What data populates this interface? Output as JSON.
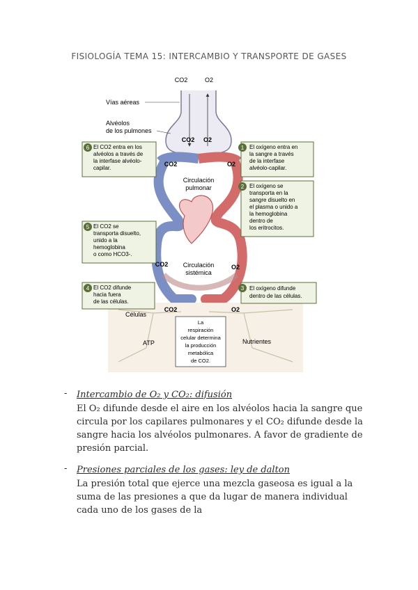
{
  "header": {
    "title": "FISIOLOGÍA TEMA 15: INTERCAMBIO Y TRANSPORTE DE GASES"
  },
  "figure": {
    "top_co2": "CO2",
    "top_o2": "O2",
    "label_vias": "Vías aéreas",
    "label_alveolos_1": "Alvéolos",
    "label_alveolos_2": "de los pulmones",
    "alv_co2": "CO2",
    "alv_o2": "O2",
    "cap_co2_top": "CO2",
    "cap_o2_top": "O2",
    "circ_pulmonar_1": "Circulación",
    "circ_pulmonar_2": "pulmonar",
    "circ_sistemica_1": "Circulación",
    "circ_sistemica_2": "sistémica",
    "cap_co2_bottom": "CO2",
    "cap_o2_bottom": "O2",
    "tissue_co2": "CO2",
    "tissue_o2": "O2",
    "label_celulas": "Células",
    "label_atp": "ATP",
    "label_nutrientes": "Nutrientes",
    "center_box": [
      "La",
      "respiración",
      "celular determina",
      "la producción",
      "metabólica",
      "de CO2."
    ],
    "steps": [
      {
        "num": "1",
        "lines": [
          "El oxígeno entra en",
          "la sangre a través",
          "de la interfase",
          "alvéolo-capilar."
        ]
      },
      {
        "num": "2",
        "lines": [
          "El oxígeno se",
          "transporta en la",
          "sangre disuelto en",
          "el plasma o unido a",
          "la hemoglobina",
          "dentro de",
          "los eritrocitos."
        ]
      },
      {
        "num": "3",
        "lines": [
          "El oxígeno difunde",
          "dentro de las células."
        ]
      },
      {
        "num": "4",
        "lines": [
          "El CO2 difunde",
          "hacia fuera",
          "de las células."
        ]
      },
      {
        "num": "5",
        "lines": [
          "El CO2 se",
          "transporta disuelto,",
          "unido a la",
          "hemoglobina",
          "o como HCO3-."
        ]
      },
      {
        "num": "6",
        "lines": [
          "El CO2 entra en los",
          "alvéolos a través de",
          "la interfase alvéolo-",
          "capilar."
        ]
      }
    ]
  },
  "bullets": [
    {
      "dash": "-",
      "heading": "Intercambio de O₂ y CO₂: difusión",
      "body": "El O₂ difunde desde el aire en los alvéolos hacia la sangre que circula por los capilares pulmonares y el CO₂ difunde desde la sangre hacia los alvéolos pulmonares. A favor de gradiente de presión parcial."
    },
    {
      "dash": "-",
      "heading": "Presiones parciales de los gases: ley de dalton",
      "body": "La presión total que ejerce una mezcla gaseosa es igual a la suma de las presiones a que da lugar de manera individual cada uno de los gases de la"
    }
  ]
}
